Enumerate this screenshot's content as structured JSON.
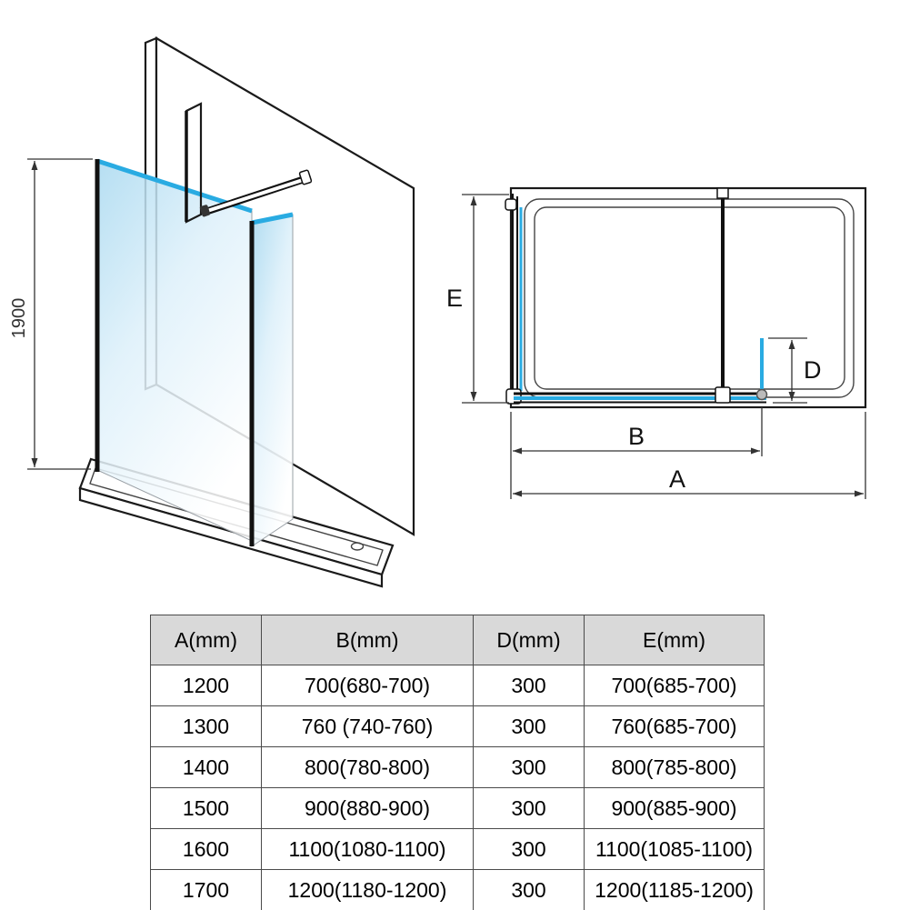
{
  "colors": {
    "accent_blue": "#29abe2",
    "line": "#1a1a1a",
    "table_header_bg": "#d9d9d9",
    "table_border": "#4a4a4a"
  },
  "iso_view": {
    "height_dimension": "1900"
  },
  "plan_view": {
    "dim_e_label": "E",
    "dim_d_label": "D",
    "dim_b_label": "B",
    "dim_a_label": "A"
  },
  "table": {
    "headers": [
      "A(mm)",
      "B(mm)",
      "D(mm)",
      "E(mm)"
    ],
    "rows": [
      [
        "1200",
        "700(680-700)",
        "300",
        "700(685-700)"
      ],
      [
        "1300",
        "760 (740-760)",
        "300",
        "760(685-700)"
      ],
      [
        "1400",
        "800(780-800)",
        "300",
        "800(785-800)"
      ],
      [
        "1500",
        "900(880-900)",
        "300",
        "900(885-900)"
      ],
      [
        "1600",
        "1100(1080-1100)",
        "300",
        "1100(1085-1100)"
      ],
      [
        "1700",
        "1200(1180-1200)",
        "300",
        "1200(1185-1200)"
      ]
    ]
  }
}
